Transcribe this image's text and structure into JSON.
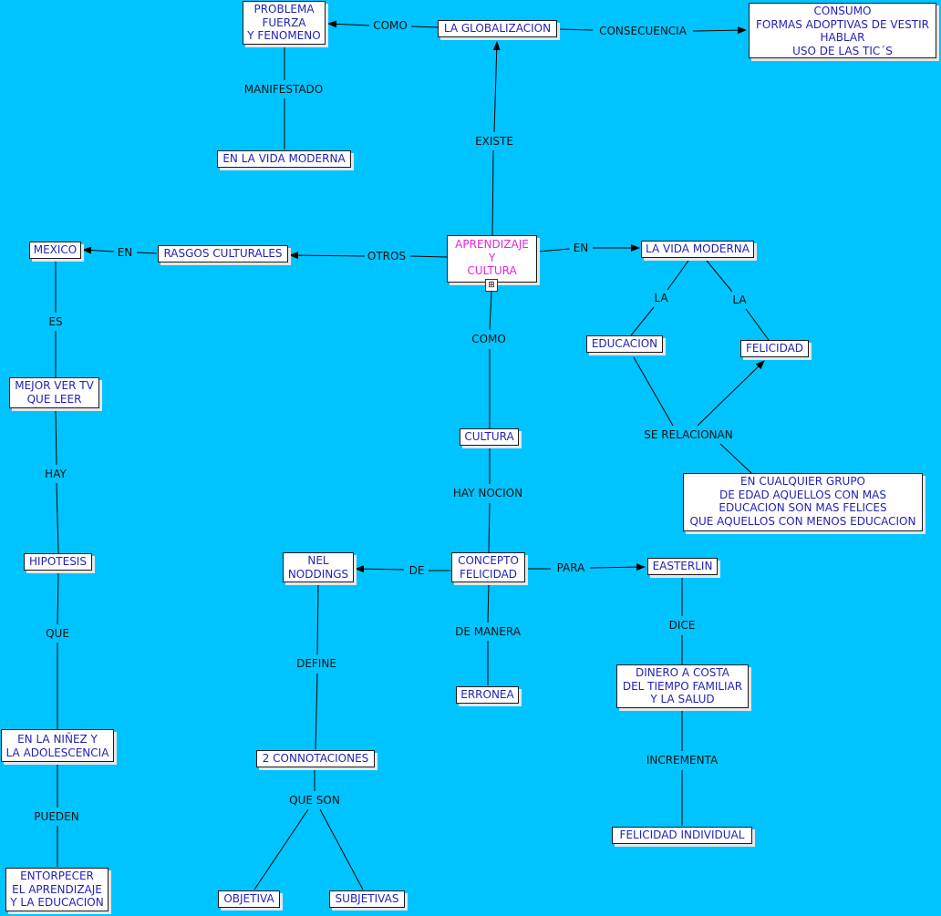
{
  "colors": {
    "background": "#00c4ff",
    "node_text": "#2323b4",
    "root_text": "#e028d4",
    "line": "#000000"
  },
  "nodes": {
    "problema": "PROBLEMA\nFUERZA\nY FENOMENO",
    "globalizacion": "LA GLOBALIZACION",
    "consumo": "CONSUMO\nFORMAS ADOPTIVAS DE VESTIR\nHABLAR\nUSO DE LAS TIC´S",
    "vida_moderna_top": "EN LA VIDA MODERNA",
    "mexico": "MEXICO",
    "rasgos": "RASGOS CULTURALES",
    "aprendizaje": "APRENDIZAJE\nY\nCULTURA",
    "la_vida_moderna": "LA VIDA MODERNA",
    "educacion": "EDUCACION",
    "felicidad": "FELICIDAD",
    "mejor_tv": "MEJOR VER TV\nQUE LEER",
    "cultura": "CULTURA",
    "grupo_edad": "EN CUALQUIER GRUPO\nDE EDAD AQUELLOS CON MAS\nEDUCACION SON MAS FELICES\nQUE AQUELLOS CON MENOS EDUCACION",
    "hipotesis": "HIPOTESIS",
    "nel_noddings": "NEL\nNODDINGS",
    "concepto": "CONCEPTO\nFELICIDAD",
    "easterlin": "EASTERLIN",
    "dinero": "DINERO A COSTA\nDEL TIEMPO FAMILIAR\nY LA SALUD",
    "erronea": "ERRONEA",
    "ninez": "EN LA NIÑEZ Y\nLA ADOLESCENCIA",
    "connotaciones": "2 CONNOTACIONES",
    "felicidad_individual": "FELICIDAD INDIVIDUAL",
    "entorpecer": "ENTORPECER\nEL APRENDIZAJE\nY LA EDUCACION",
    "objetiva": "OBJETIVA",
    "subjetivas": "SUBJETIVAS"
  },
  "links": {
    "como_top": "COMO",
    "consecuencia": "CONSECUENCIA",
    "manifestado": "MANIFESTADO",
    "existe": "EXISTE",
    "en_left": "EN",
    "otros": "OTROS",
    "en_right": "EN",
    "la_1": "LA",
    "la_2": "LA",
    "es": "ES",
    "como_mid": "COMO",
    "se_relacionan": "SE RELACIONAN",
    "hay": "HAY",
    "hay_nocion": "HAY NOCION",
    "de": "DE",
    "para": "PARA",
    "que": "QUE",
    "dice": "DICE",
    "define": "DEFINE",
    "de_manera": "DE MANERA",
    "incrementa": "INCREMENTA",
    "pueden": "PUEDEN",
    "que_son": "QUE SON"
  }
}
